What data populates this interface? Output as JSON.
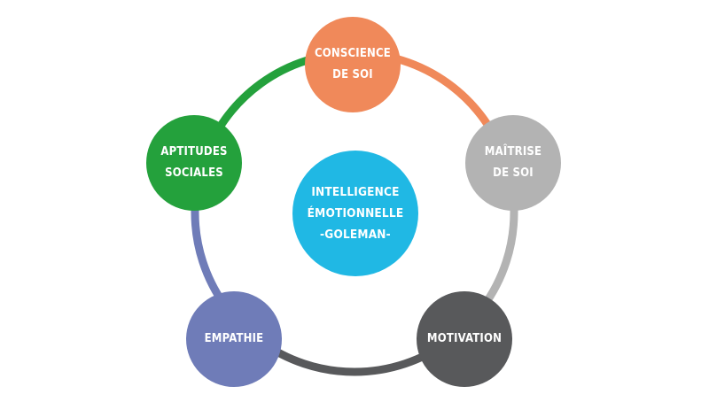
{
  "center": {
    "label": "INTELLIGENCE\nÉMOTIONNELLE\n-GOLEMAN-",
    "color": "#20b8e4"
  },
  "nodes": [
    {
      "id": "conscience-de-soi",
      "label": "CONSCIENCE\nDE SOI",
      "color": "#f0895a"
    },
    {
      "id": "maitrise-de-soi",
      "label": "MAÎTRISE\nDE SOI",
      "color": "#b3b3b3"
    },
    {
      "id": "motivation",
      "label": "MOTIVATION",
      "color": "#58595b"
    },
    {
      "id": "empathie",
      "label": "EMPATHIE",
      "color": "#6f7cb8"
    },
    {
      "id": "aptitudes-sociales",
      "label": "APTITUDES\nSOCIALES",
      "color": "#24a13c"
    }
  ],
  "ring_segment_colors": [
    "#f0895a",
    "#b3b3b3",
    "#58595b",
    "#6f7cb8",
    "#24a13c"
  ]
}
